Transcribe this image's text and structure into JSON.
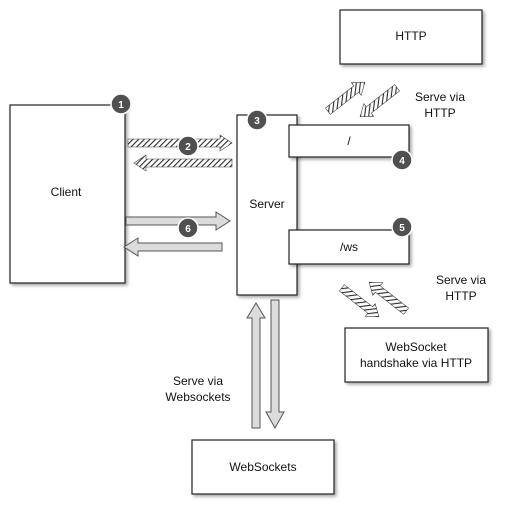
{
  "boxes": {
    "client": "Client",
    "server": "Server",
    "http": "HTTP",
    "root_route": "/",
    "ws_route": "/ws",
    "ws_handshake_line1": "WebSocket",
    "ws_handshake_line2": "handshake via HTTP",
    "websockets": "WebSockets"
  },
  "notes": {
    "serve_http_top_line1": "Serve via",
    "serve_http_top_line2": "HTTP",
    "serve_http_bottom_line1": "Serve via",
    "serve_http_bottom_line2": "HTTP",
    "serve_ws_line1": "Serve via",
    "serve_ws_line2": "Websockets"
  },
  "badges": [
    "1",
    "2",
    "3",
    "4",
    "5",
    "6"
  ],
  "colors": {
    "badge_fill": "#505050",
    "box_stroke": "#222222",
    "hatch": "#333333",
    "light_arrow_fill": "#dcdcdc",
    "light_arrow_stroke": "#555555"
  }
}
